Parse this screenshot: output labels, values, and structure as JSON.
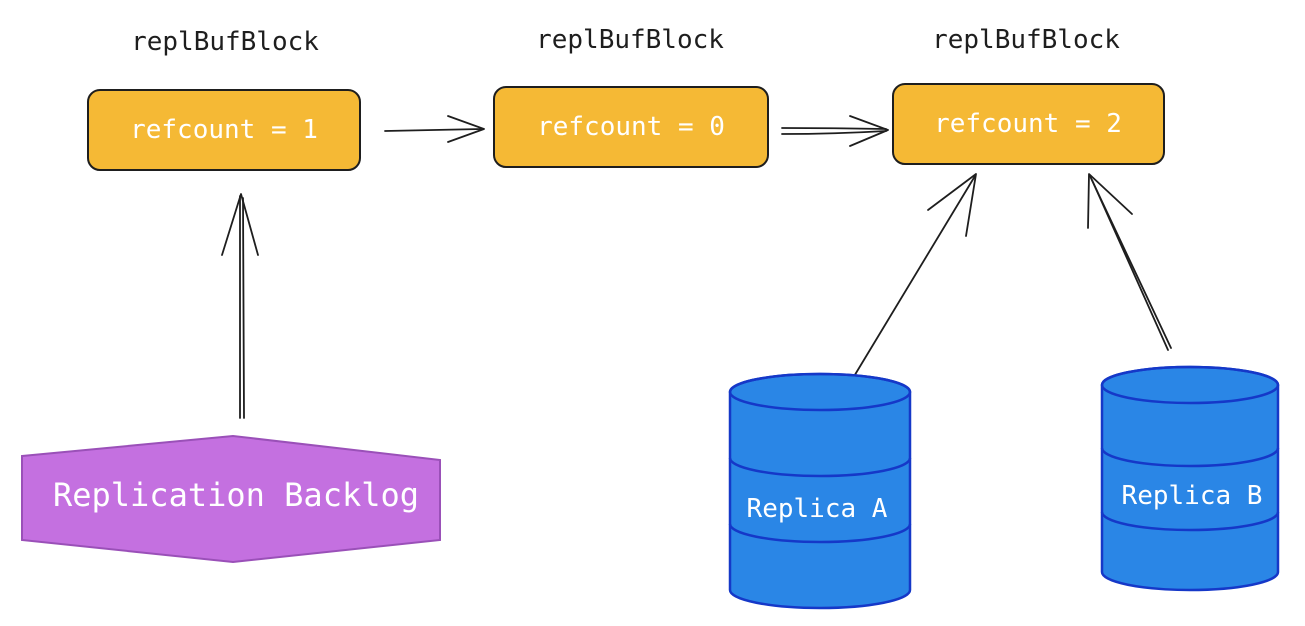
{
  "colors": {
    "block_fill": "#f5b935",
    "block_stroke": "#1e1e1e",
    "backlog_fill": "#c470e0",
    "backlog_stroke": "#9a50b8",
    "replica_fill": "#2a86e6",
    "replica_stroke": "#1538c8",
    "arrow": "#1e1e1e",
    "text_dark": "#1e1e1e",
    "text_light": "#ffffff"
  },
  "blocks": [
    {
      "title": "replBufBlock",
      "label": "refcount = 1"
    },
    {
      "title": "replBufBlock",
      "label": "refcount = 0"
    },
    {
      "title": "replBufBlock",
      "label": "refcount = 2"
    }
  ],
  "backlog": {
    "label": "Replication Backlog"
  },
  "replicas": [
    {
      "label": "Replica A"
    },
    {
      "label": "Replica B"
    }
  ],
  "edges": [
    {
      "from": "block-1",
      "to": "block-2"
    },
    {
      "from": "block-2",
      "to": "block-3"
    },
    {
      "from": "replication-backlog",
      "to": "block-1"
    },
    {
      "from": "replica-a",
      "to": "block-3"
    },
    {
      "from": "replica-b",
      "to": "block-3"
    }
  ]
}
